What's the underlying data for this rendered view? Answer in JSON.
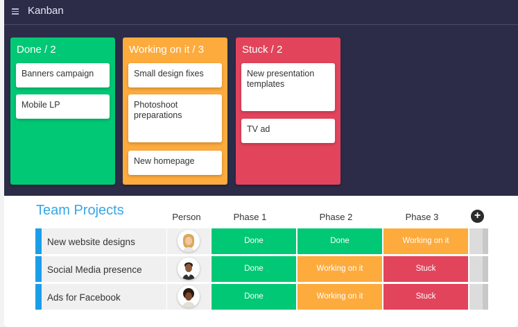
{
  "app": {
    "title": "Kanban",
    "menu_icon": "hamburger-icon"
  },
  "columns": [
    {
      "title": "Done / 2",
      "color": "#00c875",
      "cards": [
        "Banners campaign",
        "Mobile LP"
      ]
    },
    {
      "title": "Working on it / 3",
      "color": "#fdab3d",
      "cards": [
        "Small design fixes",
        "Photoshoot preparations",
        "New homepage"
      ]
    },
    {
      "title": "Stuck / 2",
      "color": "#e2445c",
      "cards": [
        "New presentation templates",
        "TV ad"
      ]
    }
  ],
  "table": {
    "title": "Team Projects",
    "headers": {
      "person": "Person",
      "phase1": "Phase 1",
      "phase2": "Phase 2",
      "phase3": "Phase 3"
    },
    "add_icon": "plus-icon",
    "rows": [
      {
        "name": "New website designs",
        "phase1": "Done",
        "phase2": "Done",
        "phase3": "Working on it"
      },
      {
        "name": "Social Media presence",
        "phase1": "Done",
        "phase2": "Working on it",
        "phase3": "Stuck"
      },
      {
        "name": "Ads for Facebook",
        "phase1": "Done",
        "phase2": "Working on it",
        "phase3": "Stuck"
      }
    ]
  },
  "status_colors": {
    "Done": "#00c875",
    "Working on it": "#fdab3d",
    "Stuck": "#e2445c"
  },
  "group_color": "#1b9ee9"
}
